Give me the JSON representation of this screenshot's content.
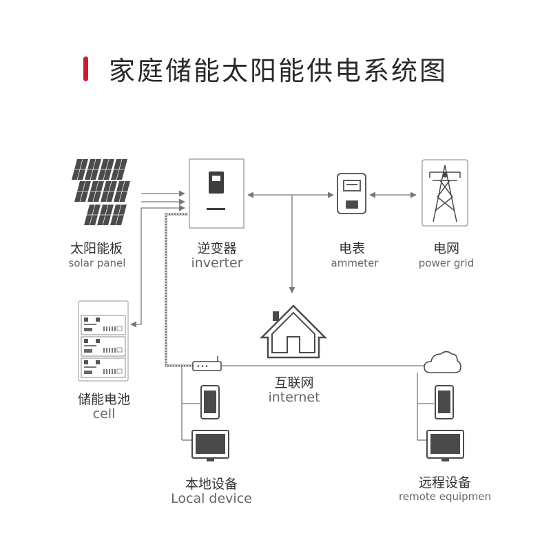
{
  "title": "家庭储能太阳能供电系统图",
  "colors": {
    "accent": "#d3172d",
    "line": "#777777",
    "device": "#4a4a4a",
    "panel": "#4b4b4b"
  },
  "nodes": {
    "solar_panel": {
      "zh": "太阳能板",
      "en": "solar panel",
      "icon": "solar-panel-icon"
    },
    "inverter": {
      "zh": "逆变器",
      "en": "inverter",
      "icon": "inverter-icon"
    },
    "ammeter": {
      "zh": "电表",
      "en": "ammeter",
      "icon": "ammeter-icon"
    },
    "power_grid": {
      "zh": "电网",
      "en": "power grid",
      "icon": "power-tower-icon"
    },
    "battery": {
      "zh": "储能电池",
      "en": "cell",
      "icon": "battery-rack-icon"
    },
    "house": {
      "icon": "house-icon"
    },
    "internet": {
      "zh": "互联网",
      "en": "internet",
      "icon": "router-icon"
    },
    "cloud": {
      "icon": "cloud-icon"
    },
    "local_device": {
      "zh": "本地设备",
      "en": "Local device",
      "icons": [
        "phone-icon",
        "monitor-icon"
      ]
    },
    "remote_device": {
      "zh": "远程设备",
      "en": "remote equipmen",
      "icons": [
        "phone-icon",
        "monitor-icon"
      ]
    }
  }
}
